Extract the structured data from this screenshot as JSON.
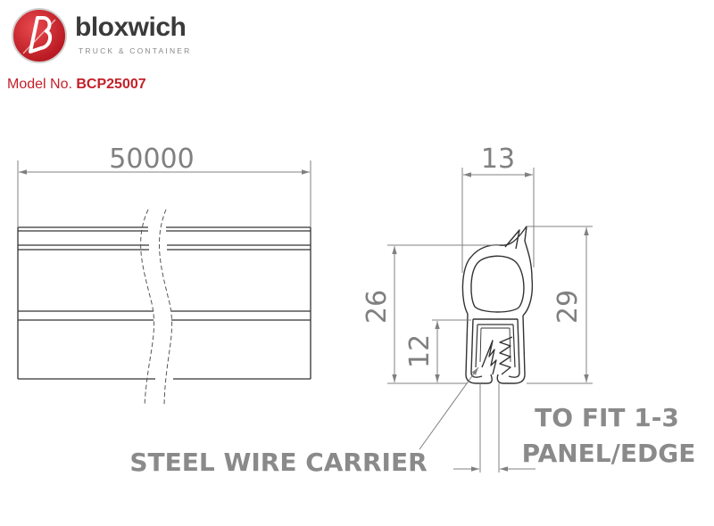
{
  "brand": {
    "name": "bloxwich",
    "tagline": "TRUCK & CONTAINER",
    "logo_icon": "bloxwich-b-logo-icon",
    "accent_color": "#c4202a"
  },
  "model": {
    "label": "Model No.",
    "number": "BCP25007"
  },
  "dimensions": {
    "length": "50000",
    "width": "13",
    "inner_height": "26",
    "outer_height": "29",
    "carrier_height": "12"
  },
  "callouts": {
    "fit_line1": "TO FIT 1-3",
    "fit_line2": "PANEL/EDGE",
    "carrier": "STEEL WIRE CARRIER"
  }
}
